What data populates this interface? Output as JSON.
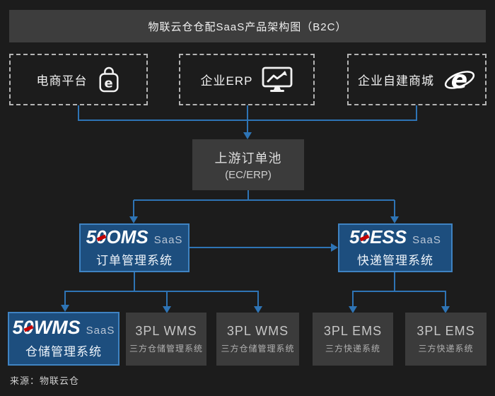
{
  "title": "物联云仓仓配SaaS产品架构图（B2C）",
  "source": "来源：物联云仓",
  "colors": {
    "background": "#1c1c1c",
    "accent_blue": "#2e74b5",
    "brand_box_fill": "#1d4e7e",
    "brand_box_border": "#3f83c2",
    "panel_gray": "#3b3b3b",
    "logo_red": "#c40000"
  },
  "top_row": [
    {
      "label": "电商平台",
      "icon": "shopping-bag-icon"
    },
    {
      "label": "企业ERP",
      "icon": "monitor-chart-icon"
    },
    {
      "label": "企业自建商城",
      "icon": "ie-browser-icon"
    }
  ],
  "order_pool": {
    "line1": "上游订单池",
    "line2": "(EC/ERP)"
  },
  "systems": {
    "oms": {
      "logo_5": "5",
      "logo_0": "0",
      "logo_rest": "OMS",
      "tag": "SaaS",
      "label": "订单管理系统"
    },
    "ess": {
      "logo_5": "5",
      "logo_0": "0",
      "logo_rest": "ESS",
      "tag": "SaaS",
      "label": "快递管理系统"
    },
    "wms": {
      "logo_5": "5",
      "logo_0": "0",
      "logo_rest": "WMS",
      "tag": "SaaS",
      "label": "仓储管理系统"
    }
  },
  "third_party": [
    {
      "title": "3PL WMS",
      "subtitle": "三方仓储管理系统"
    },
    {
      "title": "3PL WMS",
      "subtitle": "三方仓储管理系统"
    },
    {
      "title": "3PL EMS",
      "subtitle": "三方快递系统"
    },
    {
      "title": "3PL EMS",
      "subtitle": "三方快递系统"
    }
  ]
}
